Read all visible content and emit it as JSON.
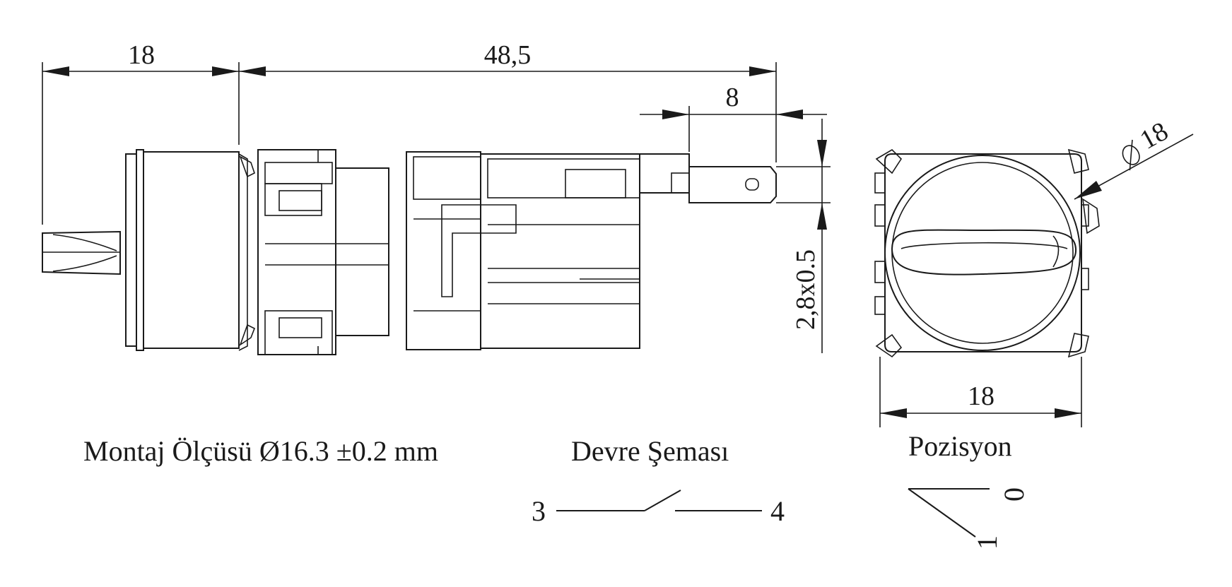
{
  "dimensions": {
    "handle_length": "18",
    "body_length": "48,5",
    "terminal_length": "8",
    "terminal_size": "2,8x0.5",
    "front_diameter": "18",
    "front_width": "18"
  },
  "captions": {
    "mounting": "Montaj Ölçüsü Ø16.3 ±0.2 mm",
    "circuit": "Devre Şeması",
    "position": "Pozisyon"
  },
  "circuit": {
    "terminal_left": "3",
    "terminal_right": "4"
  },
  "positions": {
    "pos_0": "0",
    "pos_1": "1"
  }
}
